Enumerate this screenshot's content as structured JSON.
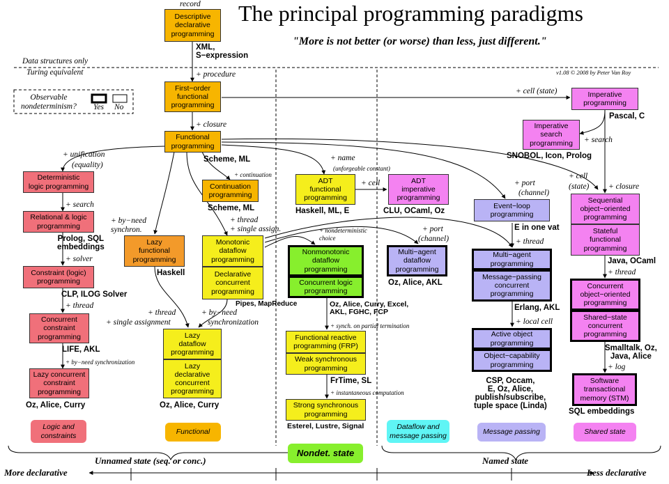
{
  "title": "The principal programming paradigms",
  "subtitle": "\"More is not better (or worse) than less, just different.\"",
  "version": "v1.08 © 2008 by Peter Van Roy",
  "bands": {
    "data_structures_only": "Data structures only",
    "turing_equivalent": "Turing equivalent"
  },
  "legend": {
    "label": "Observable\nnondeterminism?",
    "yes": "Yes",
    "no": "No"
  },
  "boxes": {
    "descriptive": "Descriptive\ndeclarative\nprogramming",
    "first_order": "First−order\nfunctional\nprogramming",
    "functional": "Functional\nprogramming",
    "deterministic_logic": "Deterministic\nlogic programming",
    "relational_logic": "Relational & logic\nprogramming",
    "constraint_logic": "Constraint (logic)\nprogramming",
    "concurrent_constraint": "Concurrent\nconstraint\nprogramming",
    "lazy_concurrent_constraint": "Lazy concurrent\nconstraint\nprogramming",
    "lazy_functional": "Lazy\nfunctional\nprogramming",
    "continuation": "Continuation\nprogramming",
    "monotonic_dataflow": "Monotonic\ndataflow\nprogramming",
    "declarative_concurrent": "Declarative\nconcurrent\nprogramming",
    "lazy_dataflow": "Lazy\ndataflow\nprogramming",
    "lazy_declarative_concurrent": "Lazy\ndeclarative\nconcurrent\nprogramming",
    "adt_functional": "ADT\nfunctional\nprogramming",
    "adt_imperative": "ADT\nimperative\nprogramming",
    "nonmonotonic_dataflow": "Nonmonotonic\ndataflow\nprogramming",
    "concurrent_logic": "Concurrent logic\nprogramming",
    "frp": "Functional reactive\nprogramming (FRP)",
    "weak_synchronous": "Weak synchronous\nprogramming",
    "strong_synchronous": "Strong synchronous\nprogramming",
    "multi_agent_dataflow": "Multi−agent\ndataflow\nprogramming",
    "event_loop": "Event−loop\nprogramming",
    "multi_agent": "Multi−agent\nprogramming",
    "message_passing_concurrent": "Message−passing\nconcurrent\nprogramming",
    "active_object": "Active object\nprogramming",
    "object_capability": "Object−capability\nprogramming",
    "imperative": "Imperative\nprogramming",
    "imperative_search": "Imperative\nsearch\nprogramming",
    "sequential_oo": "Sequential\nobject−oriented\nprogramming",
    "stateful_functional": "Stateful\nfunctional\nprogramming",
    "concurrent_oo": "Concurrent\nobject−oriented\nprogramming",
    "shared_state_concurrent": "Shared−state\nconcurrent\nprogramming",
    "stm": "Software\ntransactional\nmemory (STM)"
  },
  "languages": {
    "xml": "XML,\nS−expression",
    "scheme_ml_1": "Scheme, ML",
    "scheme_ml_2": "Scheme, ML",
    "prolog_sql": "Prolog, SQL\nembeddings",
    "clp": "CLP, ILOG Solver",
    "life": "LIFE, AKL",
    "oz_alice_curry_1": "Oz, Alice, Curry",
    "haskell": "Haskell",
    "pipes": "Pipes, MapReduce",
    "oz_alice_curry_2": "Oz, Alice, Curry",
    "haskell_ml_e": "Haskell, ML, E",
    "clu": "CLU, OCaml, Oz",
    "oz_excel": "Oz, Alice, Curry, Excel,\nAKL, FGHC, FCP",
    "frtime": "FrTime, SL",
    "esterel": "Esterel, Lustre, Signal",
    "oz_alice_akl": "Oz, Alice, AKL",
    "e_one_vat": "E in one vat",
    "erlang": "Erlang, AKL",
    "csp": "CSP, Occam,\nE, Oz, Alice,\npublish/subscribe,\ntuple space (Linda)",
    "pascal": "Pascal, C",
    "snobol": "SNOBOL, Icon, Prolog",
    "java_ocaml": "Java, OCaml",
    "smalltalk": "Smalltalk, Oz,\nJava, Alice",
    "sql_embeddings": "SQL embeddings"
  },
  "edge_labels": {
    "record": "record",
    "procedure": "+ procedure",
    "closure": "+ closure",
    "unification": "+ unification",
    "equality": "(equality)",
    "search": "+ search",
    "solver": "+ solver",
    "thread_left": "+ thread",
    "byneed_small": "+ by−need synchronization",
    "continuation": "+ continuation",
    "byneed_synchron": "+ by−need\nsynchron.",
    "thread_mid": "+ thread",
    "single_assign": "+ single assign.",
    "thread_bottom": "+ thread",
    "single_assignment": "+ single assignment",
    "byneed_sync": "+ by−need",
    "synchronization": "synchronization",
    "name": "+ name",
    "unforgeable": "(unforgeable constant)",
    "cell_adt": "+ cell",
    "nondet_choice": "+ nondeterministic\nchoice",
    "port": "+ port",
    "channel": "(channel)",
    "synch_partial": "+ synch. on partial termination",
    "instantaneous": "+ instantaneous computation",
    "port2": "+ port",
    "channel2": "(channel)",
    "thread_msg": "+ thread",
    "local_cell": "+ local cell",
    "cell_state": "+ cell (state)",
    "search_imp": "+ search",
    "cell2": "+ cell",
    "state2": "(state)",
    "closure2": "+ closure",
    "thread_right": "+ thread",
    "log": "+ log"
  },
  "categories": {
    "logic": "Logic and\nconstraints",
    "functional": "Functional",
    "dataflow": "Dataflow and\nmessage passing",
    "message": "Message passing",
    "shared": "Shared state"
  },
  "bottom": {
    "unnamed_state": "Unnamed state (seq. or conc.)",
    "nondet_state": "Nondet. state",
    "named_state": "Named state",
    "more_declarative": "More declarative",
    "less_declarative": "Less declarative"
  },
  "colors": {
    "orange": "#f7b500",
    "red": "#f0707a",
    "dark_orange": "#f39a2a",
    "yellow": "#f5ee1c",
    "green": "#87ef2d",
    "lavender": "#b9b3f5",
    "pink": "#f482f1",
    "cyan": "#5ff5f5"
  }
}
